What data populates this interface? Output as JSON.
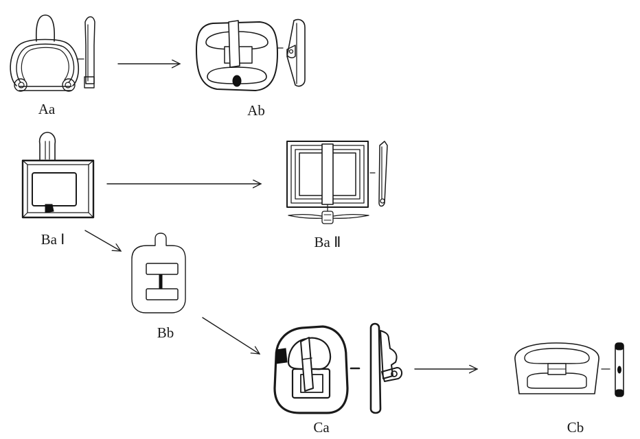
{
  "labels": {
    "aa": "Aa",
    "ab": "Ab",
    "ba1": "Ba Ⅰ",
    "ba2": "Ba Ⅱ",
    "bb": "Bb",
    "ca": "Ca",
    "cb": "Cb"
  }
}
